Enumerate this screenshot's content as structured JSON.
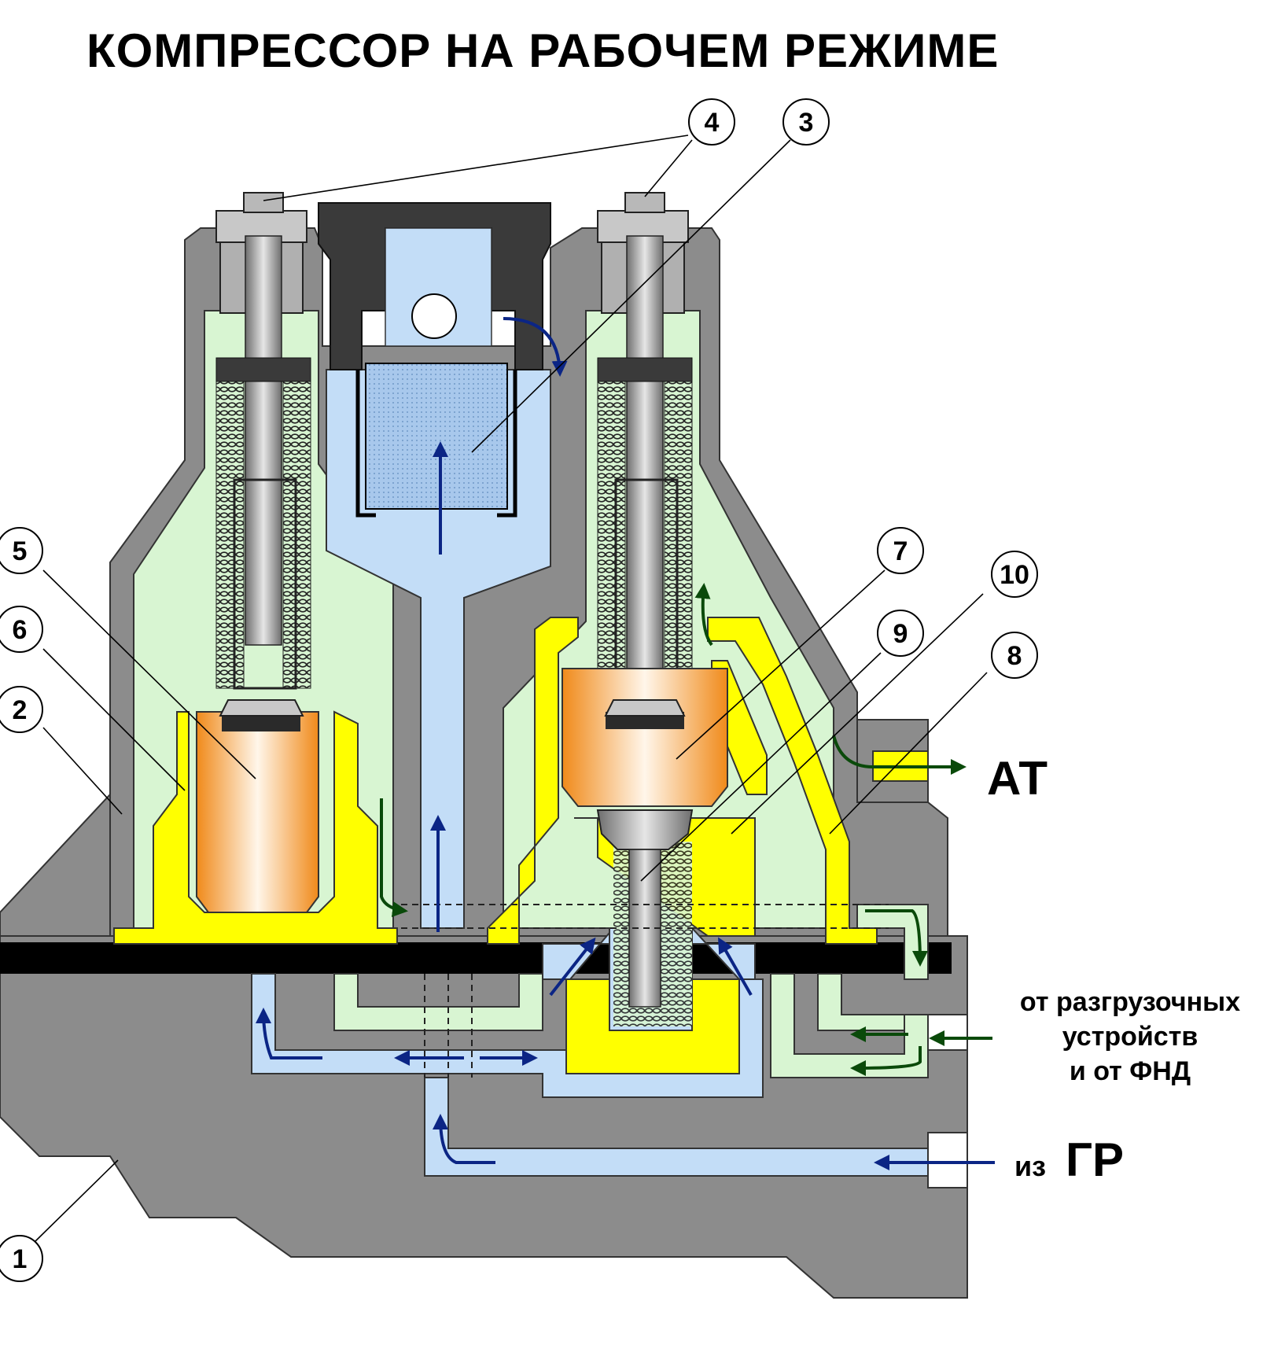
{
  "title": "КОМПРЕССОР НА РАБОЧЕМ РЕЖИМЕ",
  "labels": {
    "at": "АТ",
    "unload_line1": "от разгрузочных",
    "unload_line2": "устройств",
    "unload_line3": "и от ФНД",
    "from_prefix": "из",
    "from_gr": "ГР"
  },
  "callouts": [
    "1",
    "2",
    "3",
    "4",
    "5",
    "6",
    "7",
    "8",
    "9",
    "10"
  ],
  "colors": {
    "body_gray": "#8c8c8c",
    "cavity_green": "#d8f5d2",
    "channel_blue": "#c3ddf7",
    "part_yellow": "#ffff00",
    "valve_orange": "#f5a24a",
    "gasket_black": "#000000",
    "arrow_blue": "#0b2585",
    "arrow_green": "#0a4a0a"
  }
}
